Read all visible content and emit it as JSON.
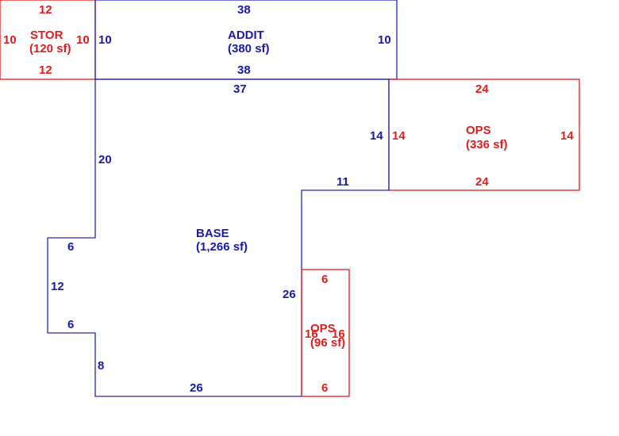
{
  "colors": {
    "base": "#2626b8",
    "addition": "#e21c1c"
  },
  "areas": {
    "stor": {
      "name": "STOR",
      "area": "(120 sf)",
      "dims": {
        "top": "12",
        "bottom": "12",
        "left": "10",
        "right": "10"
      }
    },
    "addit": {
      "name": "ADDIT",
      "area": "(380 sf)",
      "dims": {
        "top": "38",
        "bottom": "38",
        "left": "10",
        "right": "10"
      }
    },
    "ops_large": {
      "name": "OPS",
      "area": "(336 sf)",
      "dims": {
        "top": "24",
        "bottom": "24",
        "left": "14",
        "right": "14"
      }
    },
    "base": {
      "name": "BASE",
      "area": "(1,266 sf)",
      "dims": {
        "top": "37",
        "right_upper": "14",
        "step": "11",
        "left_upper": "20",
        "notch_top": "6",
        "notch_side": "12",
        "notch_bottom": "6",
        "left_lower": "8",
        "bottom": "26",
        "right_lower": "26"
      }
    },
    "ops_small": {
      "name": "OPS",
      "area": "(96 sf)",
      "dims": {
        "top": "6",
        "bottom": "6",
        "left": "16",
        "right": "16"
      }
    }
  }
}
